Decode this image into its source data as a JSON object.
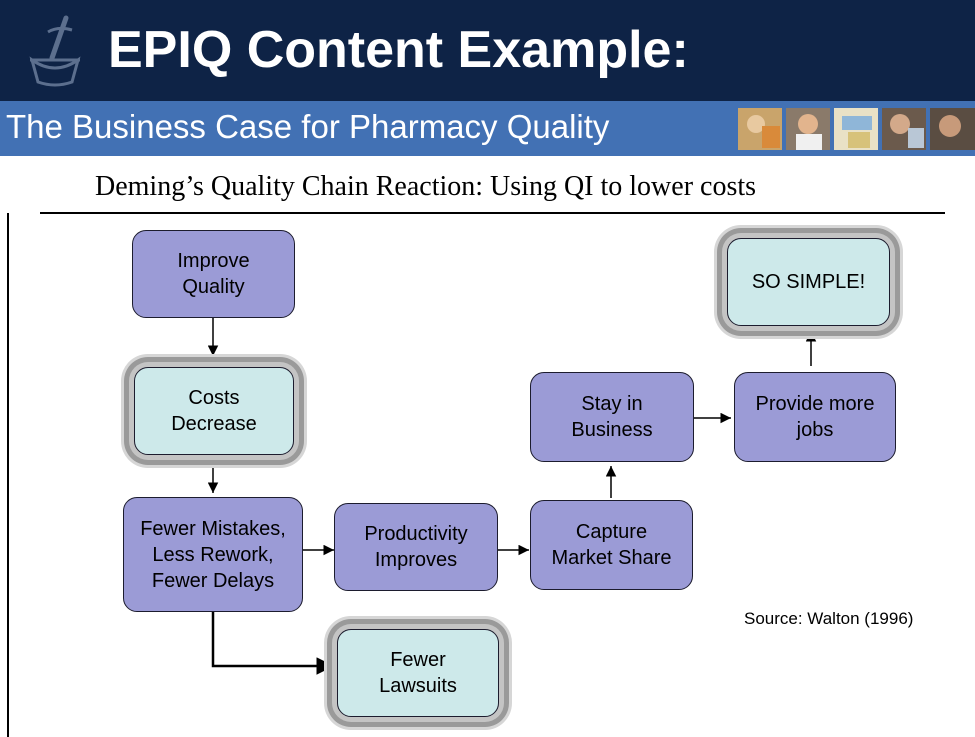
{
  "header": {
    "title": "EPIQ Content Example:",
    "subtitle": "The Business Case for Pharmacy Quality",
    "colors": {
      "header_bg": "#0e2346",
      "subbar_bg": "#4271b4"
    }
  },
  "slide": {
    "heading": "Deming’s Quality Chain Reaction: Using QI to lower costs",
    "source": "Source: Walton (1996)"
  },
  "diagram": {
    "nodes": {
      "improve_quality": [
        "Improve",
        "Quality"
      ],
      "costs_decrease": [
        "Costs",
        "Decrease"
      ],
      "fewer_mistakes": [
        "Fewer Mistakes,",
        "Less Rework,",
        "Fewer Delays"
      ],
      "productivity": [
        "Productivity",
        "Improves"
      ],
      "capture_market": [
        "Capture",
        "Market Share"
      ],
      "stay_in_business": [
        "Stay in",
        "Business"
      ],
      "provide_jobs": [
        "Provide more",
        "jobs"
      ],
      "so_simple": [
        "SO SIMPLE!"
      ],
      "fewer_lawsuits": [
        "Fewer",
        "Lawsuits"
      ]
    },
    "colors": {
      "primary_box": "#9b9bd6",
      "highlight_box": "#cde9ea"
    }
  }
}
